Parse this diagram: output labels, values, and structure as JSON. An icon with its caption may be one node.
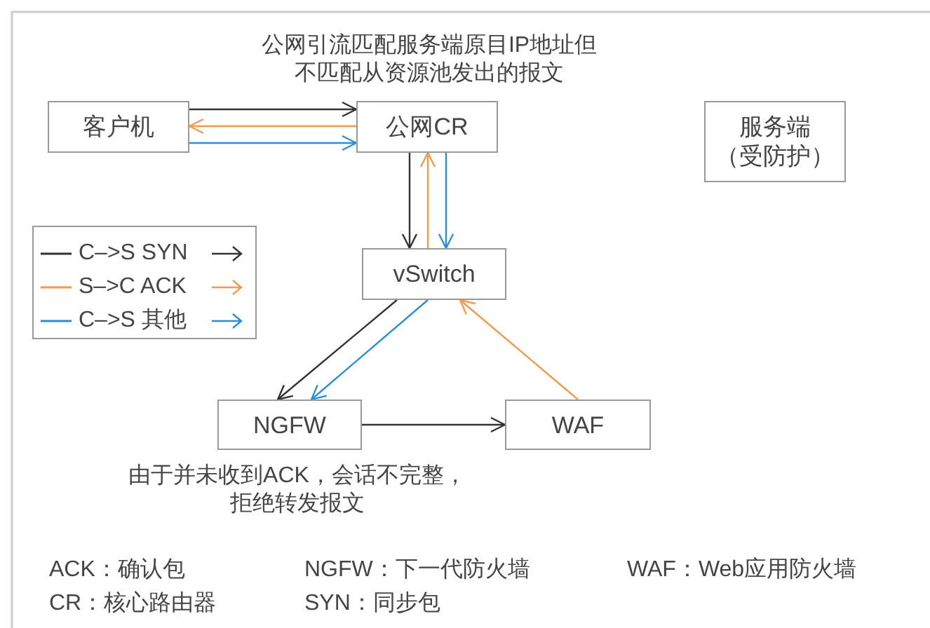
{
  "diagram": {
    "nodes": [
      {
        "text": [
          "客户机"
        ]
      },
      {
        "text": [
          "公网CR"
        ],
        "beside": [
          "公网引流匹配服务端原目IP地址但不匹配从资源池发出的报文"
        ]
      },
      {
        "text": [
          "服务端（受防护）"
        ]
      },
      {
        "text": [
          "vSwitch"
        ]
      },
      {
        "text": [
          "NGFW"
        ],
        "beside": [
          "由于并未收到ACK，会话不完整，拒绝转发报文"
        ]
      },
      {
        "text": [
          "WAF"
        ]
      }
    ],
    "edges": [
      {
        "from": 0,
        "to": 1,
        "arrow": "to"
      },
      {
        "from": 1,
        "to": 0,
        "arrow": "to",
        "color": "#f39a4c"
      },
      {
        "from": 0,
        "to": 1,
        "arrow": "to",
        "color": "#2b8fd6"
      },
      {
        "from": 1,
        "to": 3,
        "arrow": "to"
      },
      {
        "from": 3,
        "to": 1,
        "arrow": "to",
        "color": "#f39a4c"
      },
      {
        "from": 1,
        "to": 3,
        "arrow": "to",
        "color": "#2b8fd6"
      },
      {
        "from": 3,
        "to": 4,
        "arrow": "to"
      },
      {
        "from": 3,
        "to": 4,
        "arrow": "to",
        "color": "#2b8fd6"
      },
      {
        "from": 5,
        "to": 3,
        "arrow": "to",
        "color": "#f39a4c"
      },
      {
        "from": 4,
        "to": 5,
        "arrow": "to"
      }
    ],
    "labels": [
      "ACK：确认包",
      "NGFW：下一代防火墙",
      "WAF：Web应用防火墙",
      "CR：核心路由器",
      "SYN：同步包"
    ],
    "legend": [
      {
        "text": "C–>S SYN",
        "color": "#333333"
      },
      {
        "text": "S–>C ACK",
        "color": "#f39a4c"
      },
      {
        "text": "C–>S 其他",
        "color": "#2b8fd6"
      }
    ]
  }
}
